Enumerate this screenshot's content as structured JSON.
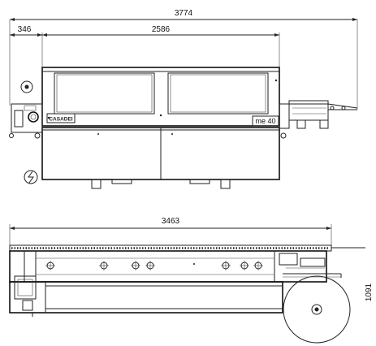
{
  "front_view": {
    "overall_width": "3774",
    "left_offset": "346",
    "body_width": "2586",
    "brand_label": "CASADEI",
    "model_label": "me 40"
  },
  "top_view": {
    "table_length": "3463",
    "feeder_depth": "1091"
  },
  "colors": {
    "line": "#222222",
    "background": "#ffffff"
  }
}
